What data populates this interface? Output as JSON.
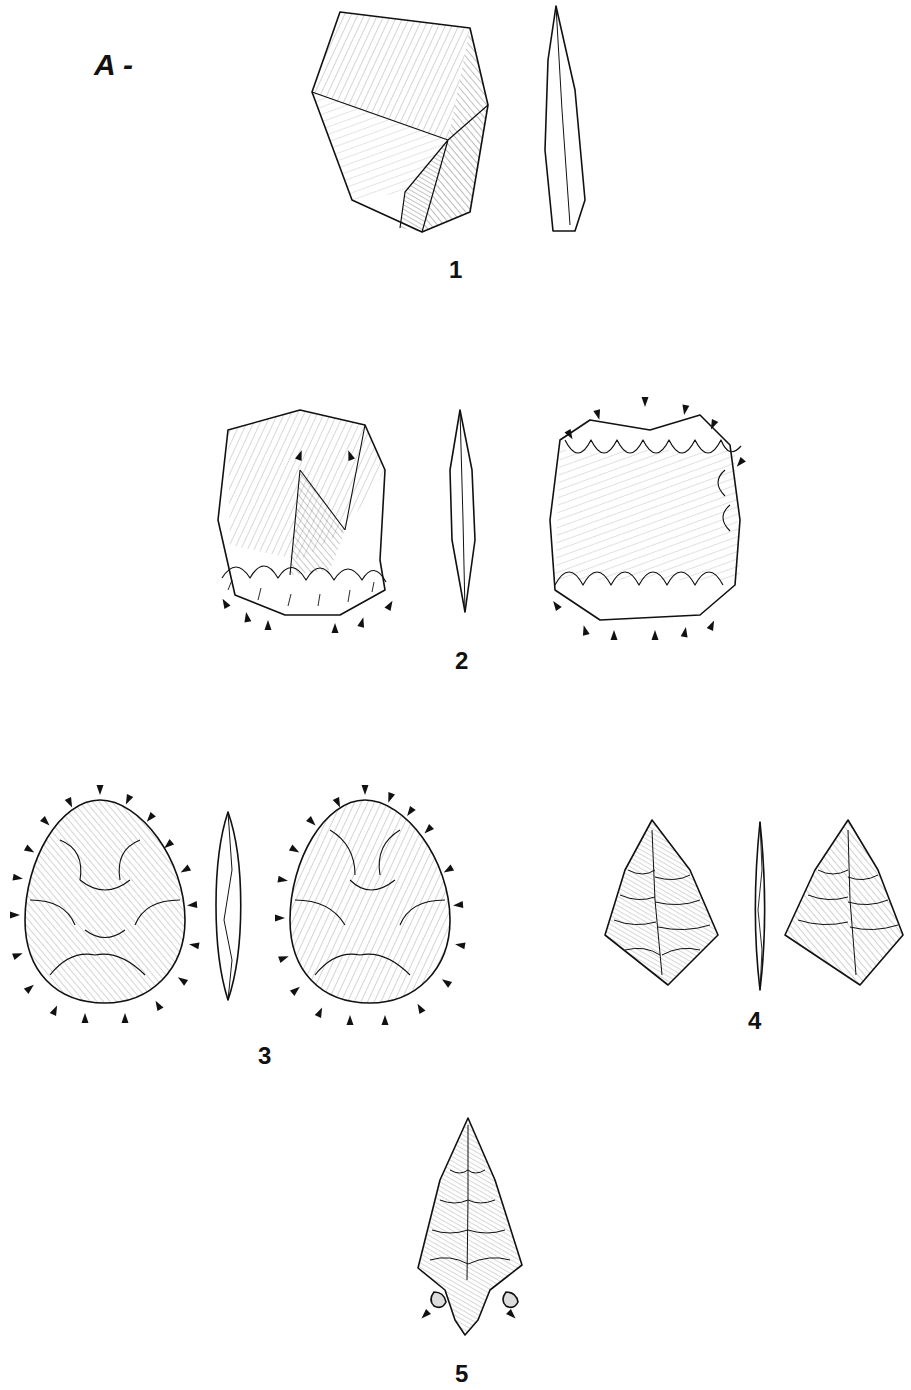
{
  "diagram": {
    "labels": [
      "A -",
      "1",
      "2",
      "3",
      "4",
      "5"
    ]
  }
}
